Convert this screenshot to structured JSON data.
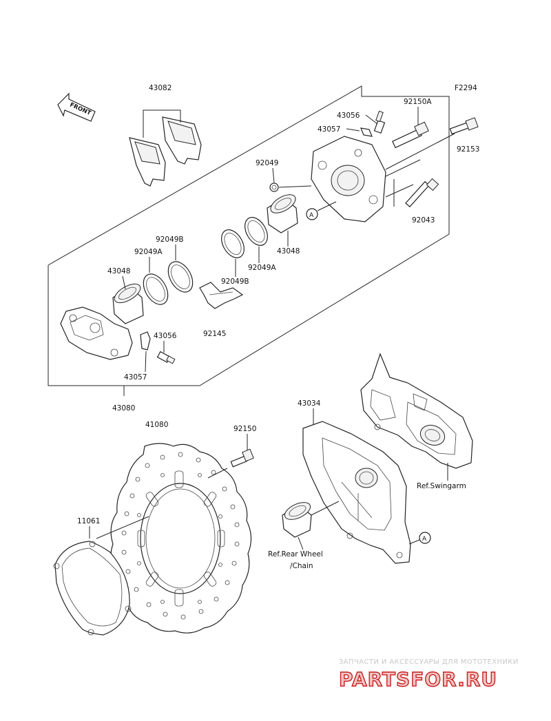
{
  "diagram": {
    "code": "F2294",
    "front_label": "FRONT",
    "callout_symbol": "A",
    "parts": {
      "p43082": "43082",
      "p43056_top": "43056",
      "p43057_top": "43057",
      "p92150A": "92150A",
      "p92153": "92153",
      "p92049": "92049",
      "p92043": "92043",
      "p43048_right": "43048",
      "p92049A_right": "92049A",
      "p92049B_right": "92049B",
      "p92049B_left": "92049B",
      "p92049A_left": "92049A",
      "p43048_left": "43048",
      "p92145": "92145",
      "p43056_bottom": "43056",
      "p43057_bottom": "43057",
      "p43080": "43080",
      "p41080": "41080",
      "p92150": "92150",
      "p43034": "43034",
      "p11061": "11061"
    },
    "references": {
      "swingarm": "Ref.Swingarm",
      "rear_wheel_line1": "Ref.Rear Wheel",
      "rear_wheel_line2": "/Chain"
    }
  },
  "watermark": {
    "tagline": "ЗАПЧАСТИ И АКСЕССУАРЫ ДЛЯ МОТОТЕХНИКИ",
    "brand": "PARTSFOR.RU",
    "color": "#c81e1e"
  }
}
